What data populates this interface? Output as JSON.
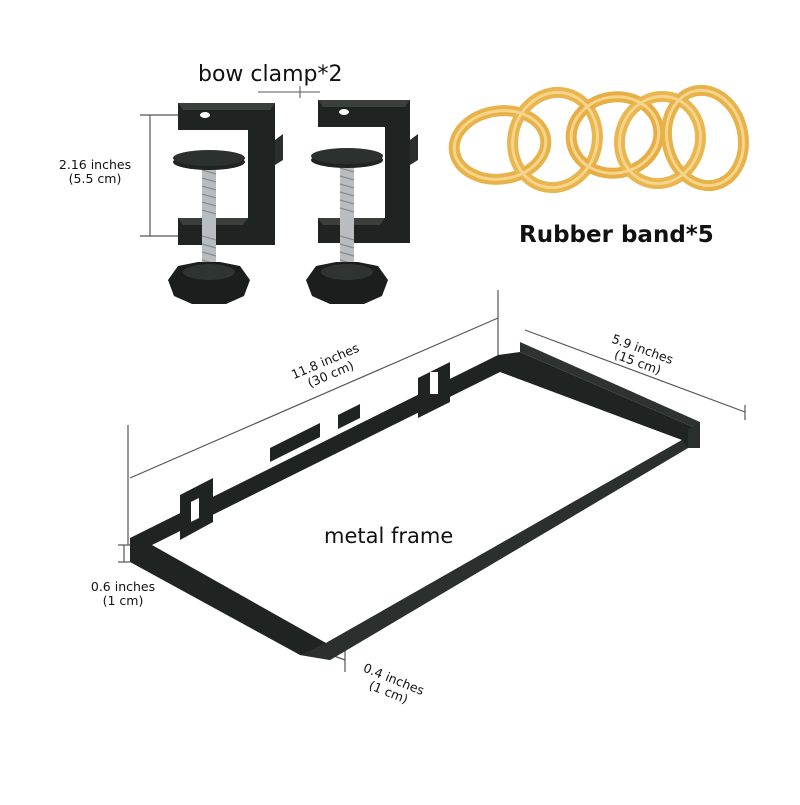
{
  "clamp": {
    "title": "bow clamp*2",
    "height_in": "2.16 inches",
    "height_cm": "(5.5 cm)"
  },
  "rubber": {
    "title": "Rubber band*5"
  },
  "frame": {
    "title": "metal frame",
    "length_in": "11.8 inches",
    "length_cm": "(30 cm)",
    "width_in": "5.9 inches",
    "width_cm": "(15 cm)",
    "edge_in": "0.6 inches",
    "edge_cm": "(1 cm)",
    "thick_in": "0.4 inches",
    "thick_cm": "(1 cm)"
  },
  "colors": {
    "metal": "#1f2321",
    "metal_light": "#3a3f3c",
    "screw": "#b9bdbf",
    "rubber": "#e8b24a",
    "rubber_light": "#f6d48a",
    "line": "#555555"
  }
}
